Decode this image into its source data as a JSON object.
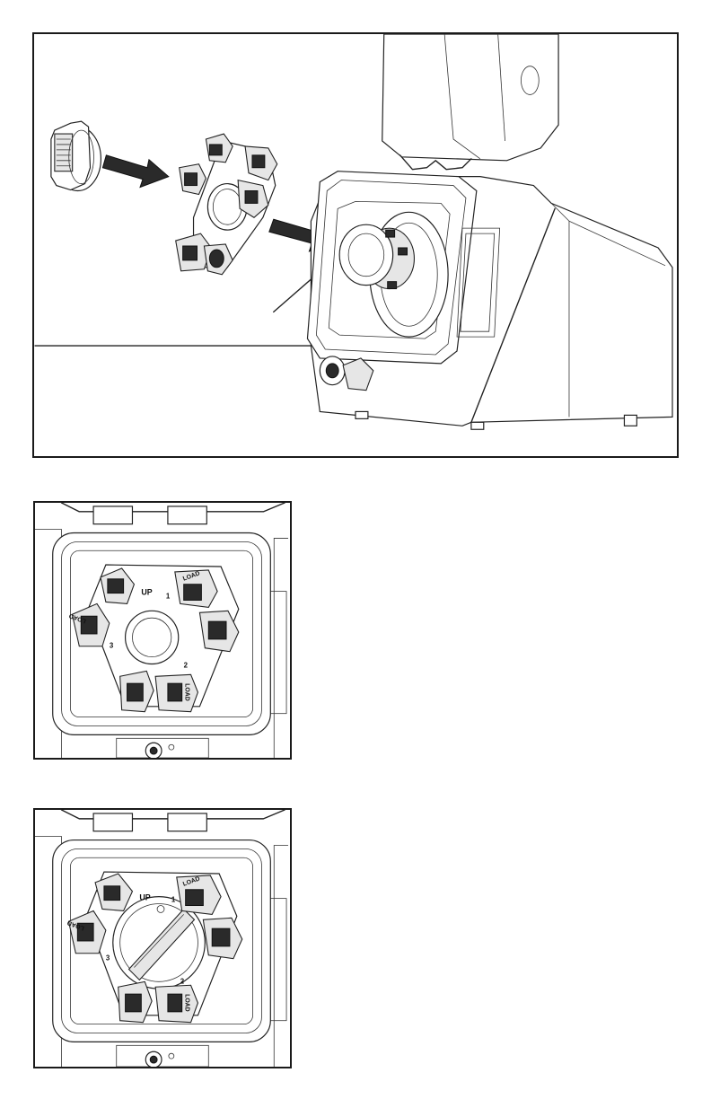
{
  "figures": [
    {
      "id": "installation-view",
      "arrow_count": 2
    },
    {
      "id": "blade-assembly-seated",
      "labels": {
        "up": "UP",
        "load_1": "LOAD",
        "load_2": "LOAD",
        "load_3": "LOAD",
        "num_1": "1",
        "num_2": "2",
        "num_3": "3"
      }
    },
    {
      "id": "blade-assembly-locked",
      "labels": {
        "up": "UP",
        "load_1": "LOAD",
        "load_2": "LOAD",
        "load_3": "LOAD",
        "num_1": "1",
        "num_2": "2",
        "num_3": "3"
      }
    }
  ]
}
